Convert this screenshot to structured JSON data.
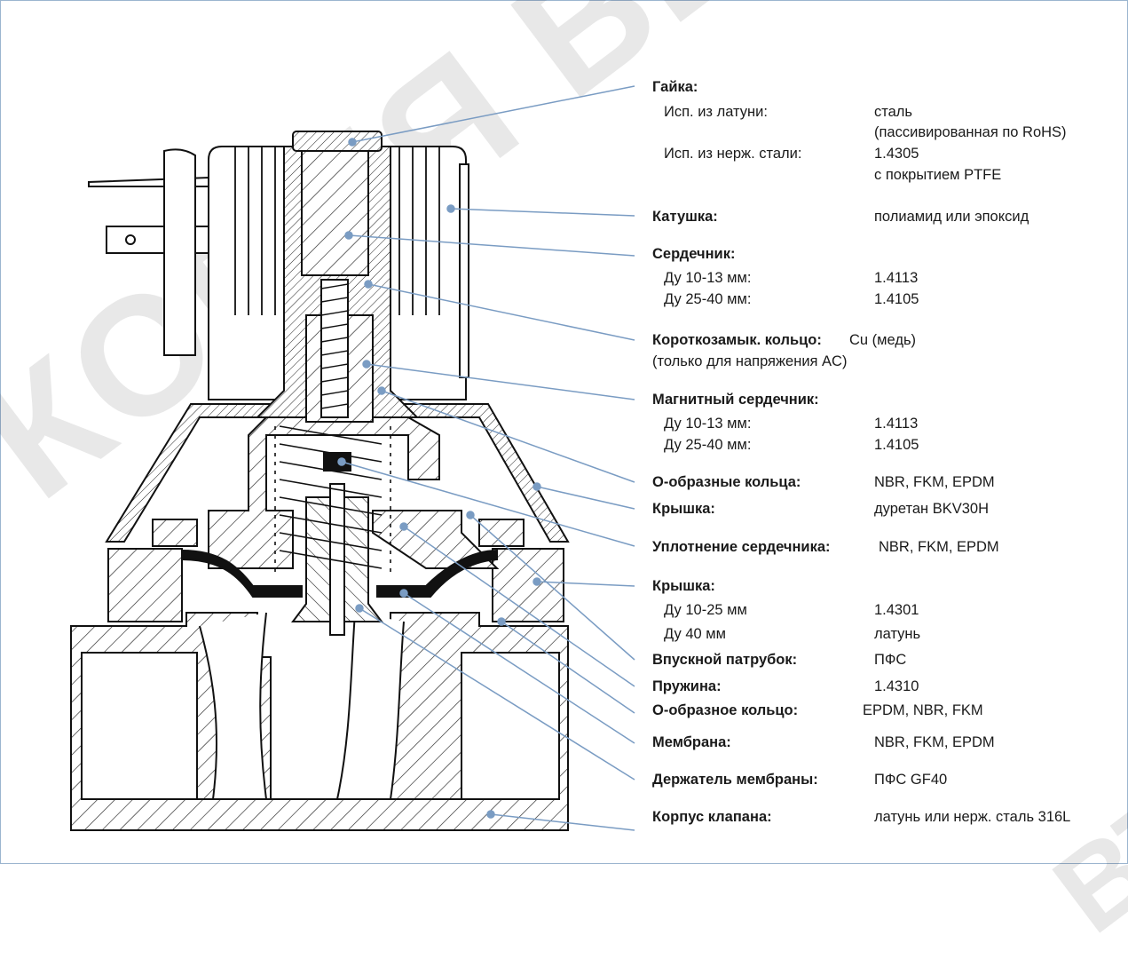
{
  "watermark": {
    "main": "КОПИЯ ВЕНТА",
    "corner": "ВТ.Р"
  },
  "labels": {
    "nut": {
      "title": "Гайка:",
      "brass_label": "Исп. из латуни:",
      "brass_value_1": "сталь",
      "brass_value_2": "(пассивированная по RoHS)",
      "steel_label": "Исп. из нерж. стали:",
      "steel_value_1": "1.4305",
      "steel_value_2": "с покрытием PTFE"
    },
    "coil": {
      "title": "Катушка:",
      "value": "полиамид или эпоксид"
    },
    "core": {
      "title": "Сердечник:",
      "row1_label": "Ду 10-13 мм:",
      "row1_value": "1.4113",
      "row2_label": "Ду 25-40 мм:",
      "row2_value": "1.4105"
    },
    "shading_ring": {
      "title": "Короткозамык. кольцо:",
      "value": "Cu (медь)",
      "note": "(только для напряжения AC)"
    },
    "magnetic_core": {
      "title": "Магнитный сердечник:",
      "row1_label": "Ду 10-13 мм:",
      "row1_value": "1.4113",
      "row2_label": "Ду 25-40 мм:",
      "row2_value": "1.4105"
    },
    "o_rings": {
      "title": "О-образные кольца:",
      "value": "NBR, FKM, EPDM"
    },
    "cover": {
      "title": "Крышка:",
      "value": "дуретан BKV30H"
    },
    "core_seal": {
      "title": "Уплотнение сердечника:",
      "value": "NBR, FKM, EPDM"
    },
    "bonnet": {
      "title": "Крышка:",
      "row1_label": "Ду 10-25 мм",
      "row1_value": "1.4301",
      "row2_label": "Ду 40 мм",
      "row2_value": "латунь"
    },
    "inlet": {
      "title": "Впускной патрубок:",
      "value": "ПФС"
    },
    "spring": {
      "title": "Пружина:",
      "value": "1.4310"
    },
    "o_ring": {
      "title": "О-образное кольцо:",
      "value": "EPDM, NBR, FKM"
    },
    "membrane": {
      "title": "Мембрана:",
      "value": "NBR, FKM, EPDM"
    },
    "membrane_holder": {
      "title": "Держатель мембраны:",
      "value": "ПФС GF40"
    },
    "valve_body": {
      "title": "Корпус клапана:",
      "value": "латунь или нерж. сталь 316L"
    }
  },
  "colors": {
    "leader_line": "#7a9cc3",
    "frame": "#9bb5cf",
    "seal_black": "#111111",
    "watermark": "#000000"
  }
}
